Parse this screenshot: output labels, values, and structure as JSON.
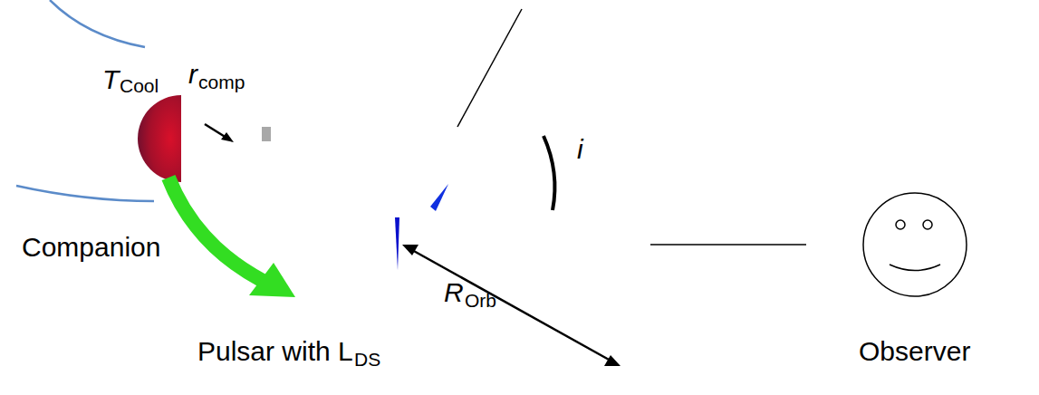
{
  "diagram": {
    "labels": [
      "T",
      "Cool",
      "r",
      "comp",
      "i",
      "Companion",
      "R",
      "Orb",
      "Pulsar with L",
      "DS",
      "Observer"
    ]
  }
}
